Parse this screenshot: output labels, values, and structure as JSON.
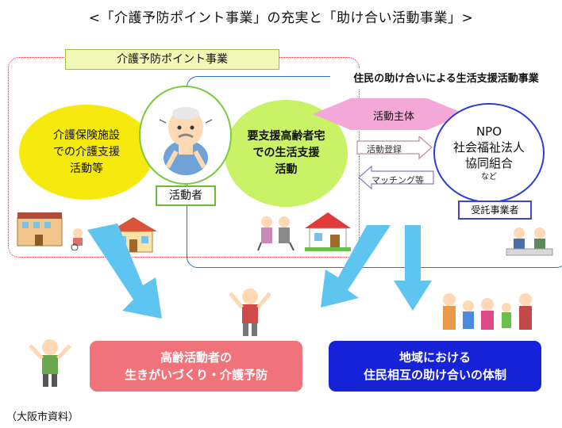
{
  "title": "<「介護予防ポイント事業」の充実と「助け合い活動事業」>",
  "kaigo_section": {
    "banner": "介護予防ポイント事業",
    "facility_circle": [
      "介護保険施設",
      "での介護支援",
      "活動等"
    ],
    "actor_label": "活動者"
  },
  "jumin_section": {
    "banner": "住民の助け合いによる生活支援活動事業",
    "home_circle": [
      "要支援高齢者宅",
      "での生活支援",
      "活動"
    ],
    "shutai_label": "活動主体",
    "touroku_label": "活動登録",
    "matching_label": "マッチング等",
    "npo_circle": [
      "NPO",
      "社会福祉法人",
      "協同組合"
    ],
    "npo_suffix": "など",
    "jutaku_label": "受託事業者"
  },
  "outcomes": {
    "elderly": [
      "高齢活動者の",
      "生きがいづくり・介護予防"
    ],
    "community": [
      "地域における",
      "住民相互の助け合いの体制"
    ]
  },
  "source": "（大阪市資料）",
  "colors": {
    "facility_yellow": "#f6e90d",
    "home_green": "#c9f266",
    "banner_green": "#f2f8b6",
    "shutai_pink": "#f3a8d8",
    "arrow_blue": "#5ec4f0",
    "elderly_pink": "#f0727a",
    "community_blue": "#1522d8",
    "region_red": "#d23a3a",
    "region_blue": "#2a74c4"
  },
  "icons": [
    "elderly-man-illustration",
    "care-facility-icon",
    "house-icon",
    "elderly-couple-icon",
    "red-roof-house-icon",
    "consultation-desk-icon",
    "family-group-icon",
    "cheering-elder-icon"
  ]
}
